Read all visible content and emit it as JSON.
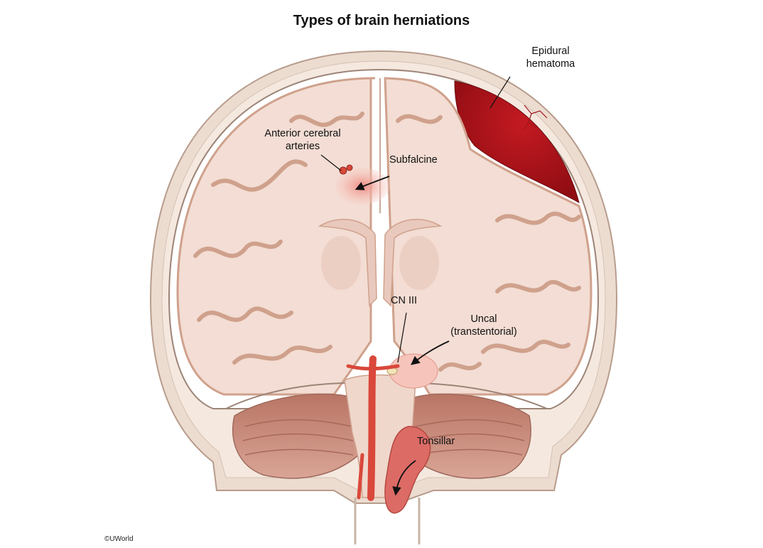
{
  "title": "Types of brain herniations",
  "labels": {
    "epidural_line1": "Epidural",
    "epidural_line2": "hematoma",
    "aca_line1": "Anterior cerebral",
    "aca_line2": "arteries",
    "subfalcine": "Subfalcine",
    "cn3": "CN III",
    "uncal_line1": "Uncal",
    "uncal_line2": "(transtentorial)",
    "tonsillar": "Tonsillar"
  },
  "copyright": "©UWorld",
  "colors": {
    "skull": "#ecdcd0",
    "brain": "#f3ddd4",
    "gyri_outline": "#cfa18c",
    "white_matter": "#f7e6df",
    "hematoma": "#b3121b",
    "herniation": "#f2aaa0",
    "artery": "#d9483a",
    "cerebellum": "#c8897a"
  }
}
